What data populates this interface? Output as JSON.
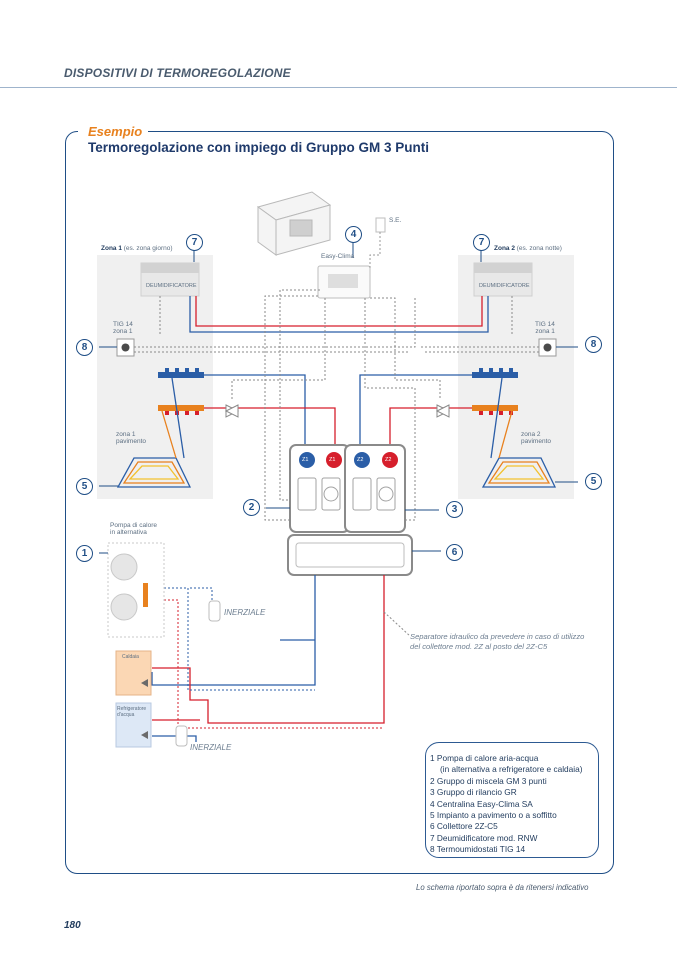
{
  "page": {
    "section_title": "DISPOSITIVI DI TERMOREGOLAZIONE",
    "page_number": "180",
    "footnote": "Lo schema riportato sopra è da ritenersi indicativo"
  },
  "diagram": {
    "example_label": "Esempio",
    "title": "Termoregolazione con impiego di Gruppo GM 3 Punti",
    "zone1_bold": "Zona 1",
    "zone1_sub": "(es. zona giorno)",
    "zone2_bold": "Zona 2",
    "zone2_sub": "(es. zona notte)",
    "dehumidifier_label": "DEUMIDIFICATORE",
    "tig_zone1_line1": "TIG 14",
    "tig_zone1_line2": "zona 1",
    "tig_zone2_line1": "TIG 14",
    "tig_zone2_line2": "zona 1",
    "easy_clima_label": "Easy-Clima",
    "se_label": "S.E.",
    "floor_zone1_line1": "zona 1",
    "floor_zone1_line2": "pavimento",
    "floor_zone2_line1": "zona 2",
    "floor_zone2_line2": "pavimento",
    "heatpump_line1": "Pompa di calore",
    "heatpump_line2": "in alternativa",
    "boiler_label": "Caldaia",
    "chiller_line1": "Refrigeratore",
    "chiller_line2": "d'acqua",
    "tank1_label": "INERZIALE",
    "tank2_label": "INERZIALE",
    "separator_note": "Separatore idraulico da prevedere in caso di utilizzo del collettore mod. 2Z al posto del 2Z-C5",
    "valve_labels": [
      "Z1",
      "Z1",
      "Z2",
      "Z2"
    ],
    "badges": {
      "n1": "1",
      "n2": "2",
      "n3": "3",
      "n4": "4",
      "n5a": "5",
      "n5b": "5",
      "n6": "6",
      "n7a": "7",
      "n7b": "7",
      "n8a": "8",
      "n8b": "8"
    }
  },
  "legend": [
    "1  Pompa di calore aria-acqua",
    "(in alternativa a refrigeratore e caldaia)",
    "2 Gruppo di miscela GM 3 punti",
    "3 Gruppo di rilancio GR",
    "4 Centralina Easy-Clima SA",
    "5 Impianto a pavimento o a soffitto",
    "6 Collettore 2Z-C5",
    "7 Deumidificatore mod. RNW",
    "8 Termoumidostati TIG 14"
  ],
  "colors": {
    "primary": "#1f4e86",
    "accent_orange": "#e8811e",
    "flow_red": "#d61f2c",
    "return_blue": "#2b5ea7",
    "panel_grey": "#f0f0f0"
  }
}
